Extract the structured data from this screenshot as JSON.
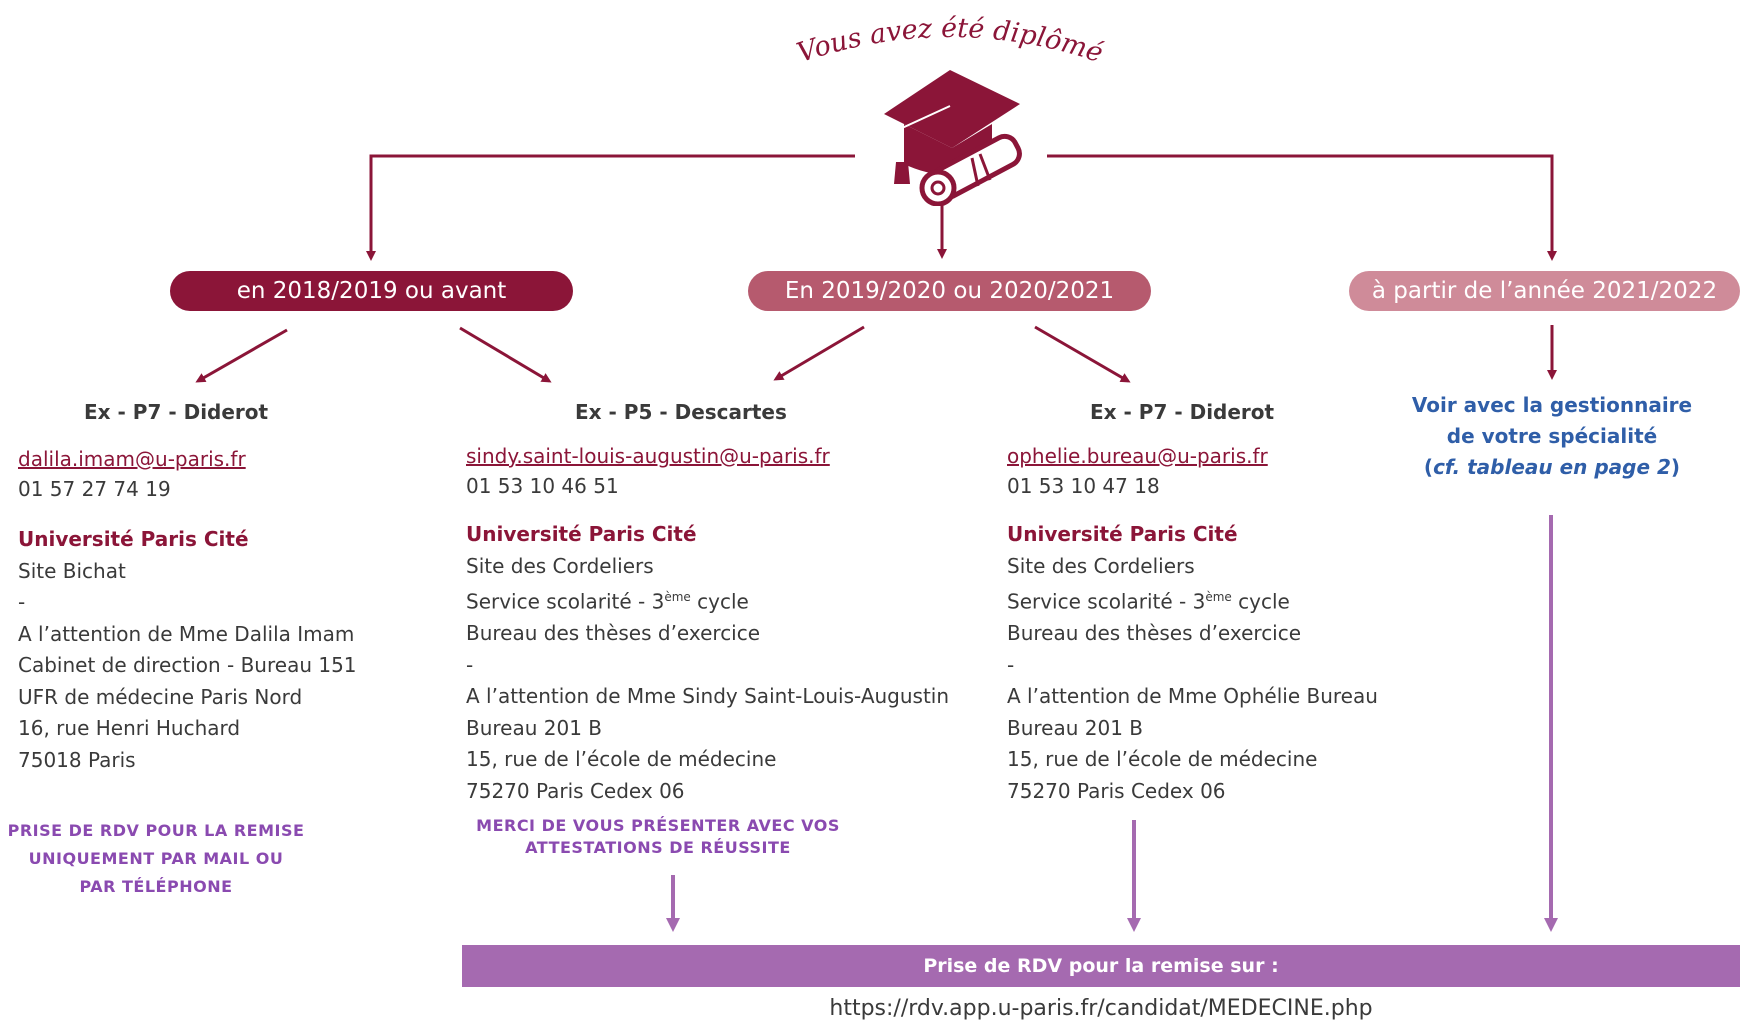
{
  "title": "Vous avez été diplômé",
  "icon": "graduation-cap-diploma",
  "colors": {
    "dark": "#8b1538",
    "medium": "#b65a6e",
    "light": "#cf8b99",
    "purple": "#a56ab0",
    "blue": "#2f5ea8"
  },
  "periods": {
    "p1": "en 2018/2019 ou avant",
    "p2": "En 2019/2020 ou 2020/2021",
    "p3": "à partir de l’année 2021/2022"
  },
  "col1": {
    "heading": "Ex - P7 - Diderot",
    "email": "dalila.imam@u-paris.fr",
    "phone": "01 57 27 74 19",
    "org": "Université Paris Cité",
    "lines": [
      "Site Bichat",
      "-",
      "A l’attention de Mme Dalila Imam",
      "Cabinet de direction - Bureau 151",
      "UFR de médecine Paris Nord",
      "16, rue Henri Huchard",
      "75018 Paris"
    ],
    "note": [
      "PRISE DE RDV POUR LA REMISE",
      "UNIQUEMENT PAR MAIL OU",
      "PAR TÉLÉPHONE"
    ]
  },
  "col2": {
    "heading": "Ex - P5 - Descartes",
    "email": "sindy.saint-louis-augustin@u-paris.fr",
    "phone": "01 53 10 46 51",
    "org": "Université Paris Cité",
    "site": "Site des Cordeliers",
    "service_pre": "Service scolarité - 3",
    "service_sup": "ème",
    "service_post": " cycle",
    "lines": [
      "Bureau des thèses d’exercice",
      "-",
      "A l’attention de Mme Sindy Saint-Louis-Augustin",
      "Bureau 201 B",
      "15, rue de l’école de médecine",
      "75270 Paris Cedex 06"
    ],
    "note": [
      "MERCI DE VOUS PRÉSENTER AVEC VOS",
      "ATTESTATIONS DE RÉUSSITE"
    ]
  },
  "col3": {
    "heading": "Ex - P7 - Diderot",
    "email": "ophelie.bureau@u-paris.fr",
    "phone": "01 53 10 47 18",
    "org": "Université Paris Cité",
    "site": "Site des Cordeliers",
    "service_pre": "Service scolarité - 3",
    "service_sup": "ème",
    "service_post": " cycle",
    "lines": [
      "Bureau des thèses d’exercice",
      "-",
      "A l’attention de Mme Ophélie Bureau",
      "Bureau 201 B",
      "15, rue de l’école de médecine",
      "75270 Paris Cedex 06"
    ]
  },
  "col4": {
    "line1": "Voir avec la gestionnaire",
    "line2": "de votre spécialité",
    "ref_open": "(",
    "ref_italic": "cf. tableau en page 2",
    "ref_close": ")"
  },
  "banner": "Prise de RDV pour la remise sur :",
  "url": "https://rdv.app.u-paris.fr/candidat/MEDECINE.php"
}
